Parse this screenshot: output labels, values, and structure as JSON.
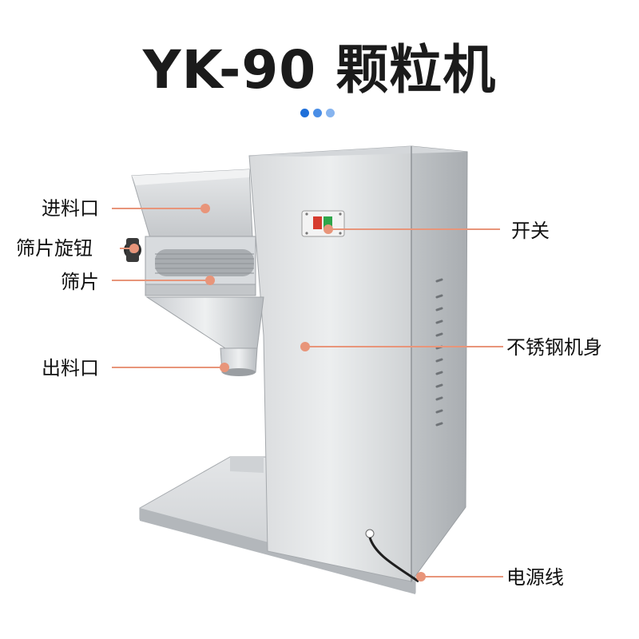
{
  "title": "YK-90 颗粒机",
  "colors": {
    "dot_1": "#1e6fd9",
    "dot_2": "#4a8ee6",
    "dot_3": "#86b4ef",
    "callout_line": "#e8957a",
    "steel_light": "#e2e4e6",
    "steel_mid": "#c5c8cb",
    "steel_dark": "#9ea2a6"
  },
  "labels": {
    "feed_inlet": "进料口",
    "screen_knob": "筛片旋钮",
    "screen": "筛片",
    "discharge_outlet": "出料口",
    "switch": "开关",
    "stainless_body": "不锈钢机身",
    "power_cord": "电源线"
  }
}
